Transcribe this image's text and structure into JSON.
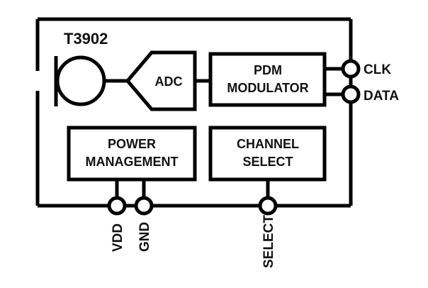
{
  "diagram": {
    "type": "block-diagram",
    "subject": "MEMS digital microphone internal block diagram",
    "chip": {
      "title": "T3902",
      "outline_color": "#000000",
      "background_color": "#ffffff"
    },
    "colors": {
      "line": "#000000",
      "text": "#111111",
      "fill": "#ffffff"
    },
    "blocks": [
      {
        "id": "microphone",
        "shape": "capacitor-circle",
        "label": ""
      },
      {
        "id": "adc",
        "shape": "left-pointing-pentagon",
        "label": "ADC"
      },
      {
        "id": "pdm_modulator",
        "shape": "rect",
        "label_line1": "PDM",
        "label_line2": "MODULATOR"
      },
      {
        "id": "power_management",
        "shape": "rect",
        "label_line1": "POWER",
        "label_line2": "MANAGEMENT"
      },
      {
        "id": "channel_select",
        "shape": "rect",
        "label_line1": "CHANNEL",
        "label_line2": "SELECT"
      }
    ],
    "pins": [
      {
        "id": "clk",
        "label": "CLK",
        "side": "right",
        "orientation": "horizontal"
      },
      {
        "id": "data",
        "label": "DATA",
        "side": "right",
        "orientation": "horizontal"
      },
      {
        "id": "vdd",
        "label": "VDD",
        "side": "bottom",
        "orientation": "vertical"
      },
      {
        "id": "gnd",
        "label": "GND",
        "side": "bottom",
        "orientation": "vertical"
      },
      {
        "id": "select",
        "label": "SELECT",
        "side": "bottom",
        "orientation": "vertical"
      }
    ]
  }
}
